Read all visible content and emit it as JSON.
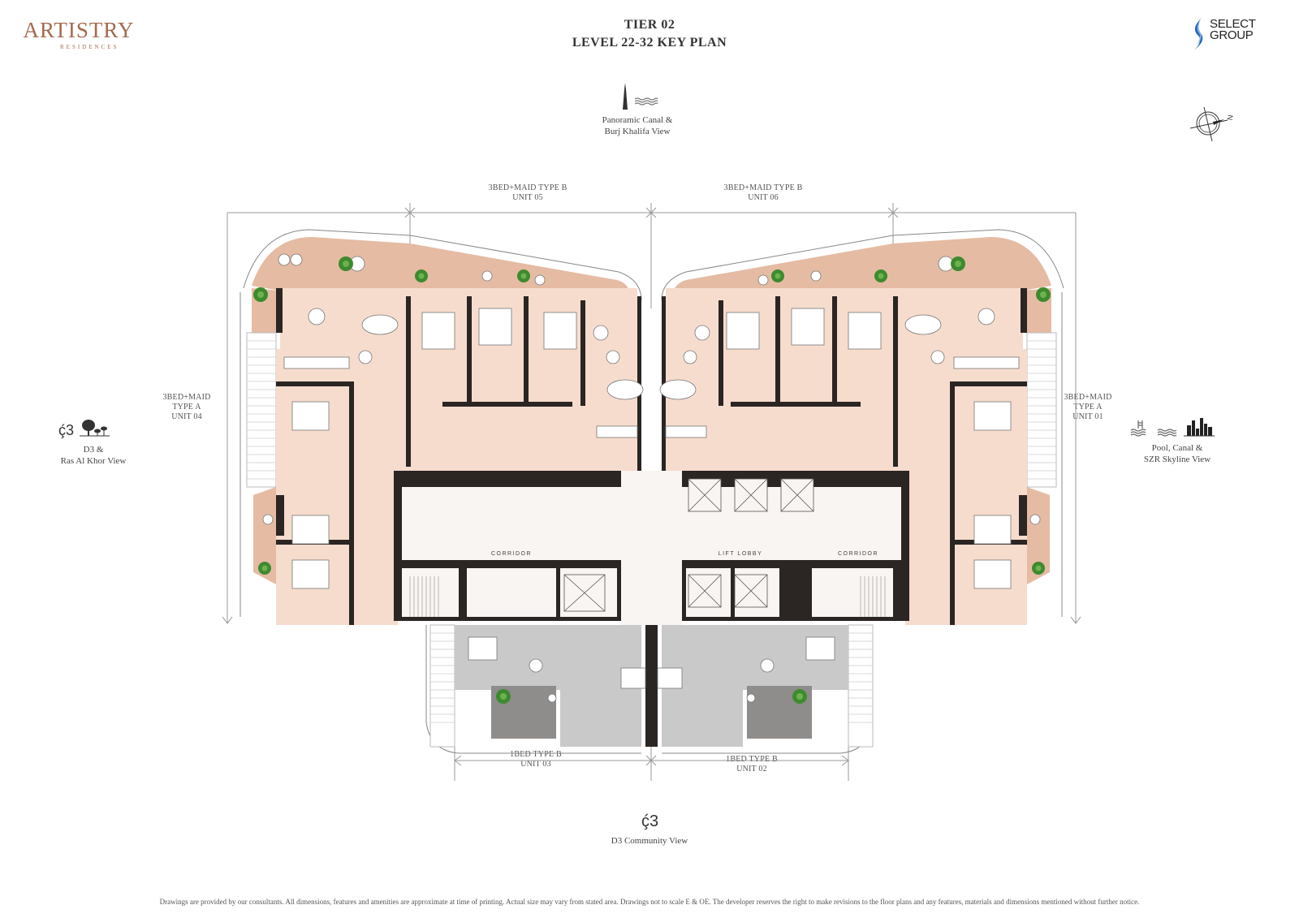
{
  "brand": {
    "name": "ARTISTRY",
    "sub": "RESIDENCES"
  },
  "header": {
    "tier": "TIER 02",
    "plan": "LEVEL 22-32 KEY PLAN"
  },
  "developer": {
    "line1": "SELECT",
    "line2": "GROUP"
  },
  "compass": {
    "north_label": "N",
    "icon": "compass-rose-icon"
  },
  "views": {
    "top": {
      "line1": "Panoramic Canal &",
      "line2": "Burj Khalifa View",
      "icons": [
        "burj-khalifa-icon",
        "canal-waves-icon"
      ]
    },
    "left": {
      "line1": "D3 &",
      "line2": "Ras Al Khor View",
      "icons": [
        "d3-logo-icon",
        "trees-icon"
      ]
    },
    "right": {
      "line1": "Pool, Canal &",
      "line2": "SZR Skyline View",
      "icons": [
        "pool-icon",
        "canal-waves-icon",
        "skyline-icon"
      ]
    },
    "bottom": {
      "line1": "D3 Community View",
      "icons": [
        "d3-logo-icon"
      ]
    }
  },
  "units": [
    {
      "id": "unit-05",
      "type": "3BED+MAID TYPE B",
      "unit": "UNIT 05"
    },
    {
      "id": "unit-06",
      "type": "3BED+MAID TYPE B",
      "unit": "UNIT 06"
    },
    {
      "id": "unit-04",
      "type_line1": "3BED+MAID",
      "type_line2": "TYPE A",
      "unit": "UNIT 04"
    },
    {
      "id": "unit-01",
      "type_line1": "3BED+MAID",
      "type_line2": "TYPE A",
      "unit": "UNIT 01"
    },
    {
      "id": "unit-03",
      "type": "1BED TYPE B",
      "unit": "UNIT 03"
    },
    {
      "id": "unit-02",
      "type": "1BED TYPE B",
      "unit": "UNIT 02"
    }
  ],
  "core_labels": {
    "corridor_left": "CORRIDOR",
    "lift_lobby": "LIFT LOBBY",
    "corridor_right": "CORRIDOR"
  },
  "colors": {
    "unit_fill": "#f6dccd",
    "terrace_fill": "#e5bba3",
    "wall": "#2b2523",
    "core_fill": "#f8f5f2",
    "one_bed_fill": "#c9c9c9",
    "one_bed_terrace": "#8f8d8b",
    "brand": "#a36a4f",
    "plant": "#3e8a2e"
  },
  "footer": {
    "disclaimer": "Drawings are provided by our consultants. All dimensions, features and amenities are approximate at time of printing.  Actual size may vary from stated area. Drawings not to scale E & OE. The developer reserves the right to make revisions to the floor plans and any features, materials and dimensions mentioned without further notice."
  }
}
